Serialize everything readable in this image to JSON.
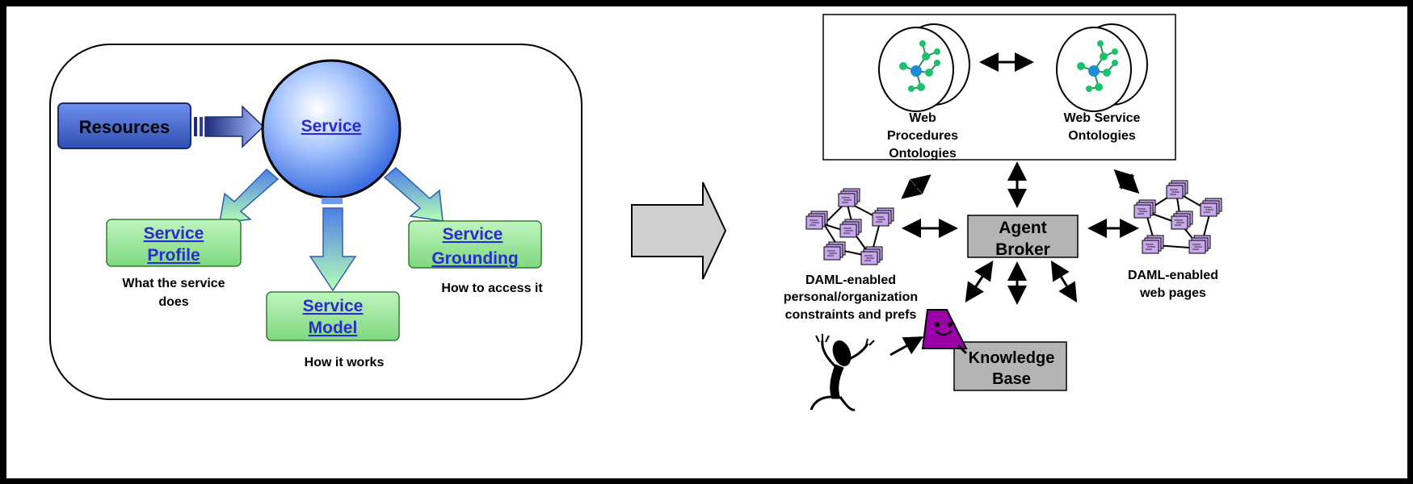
{
  "left": {
    "resources": "Resources",
    "service": "Service",
    "profile": {
      "line1": "Service",
      "line2": "Profile",
      "caption1": "What the service",
      "caption2": "does"
    },
    "model": {
      "line1": "Service",
      "line2": "Model",
      "caption": "How it works"
    },
    "grounding": {
      "line1": "Service",
      "line2": "Grounding",
      "caption": "How to access it"
    }
  },
  "right": {
    "ontology_left": {
      "line1": "Web",
      "line2": "Procedures",
      "line3": "Ontologies"
    },
    "ontology_right": {
      "line1": "Web Service",
      "line2": "Ontologies"
    },
    "broker": {
      "line1": "Agent",
      "line2": "Broker"
    },
    "kb": {
      "line1": "Knowledge",
      "line2": "Base"
    },
    "personal": {
      "line1": "DAML-enabled",
      "line2": "personal/organization",
      "line3": "constraints and prefs"
    },
    "webpages": {
      "line1": "DAML-enabled",
      "line2": "web pages"
    }
  },
  "colors": {
    "link": "#2b2bd0",
    "service_green": "#8fe08f",
    "gray_box": "#b4b4b4",
    "purple": "#9a00a8",
    "doc_purple": "#c9a7ee"
  }
}
